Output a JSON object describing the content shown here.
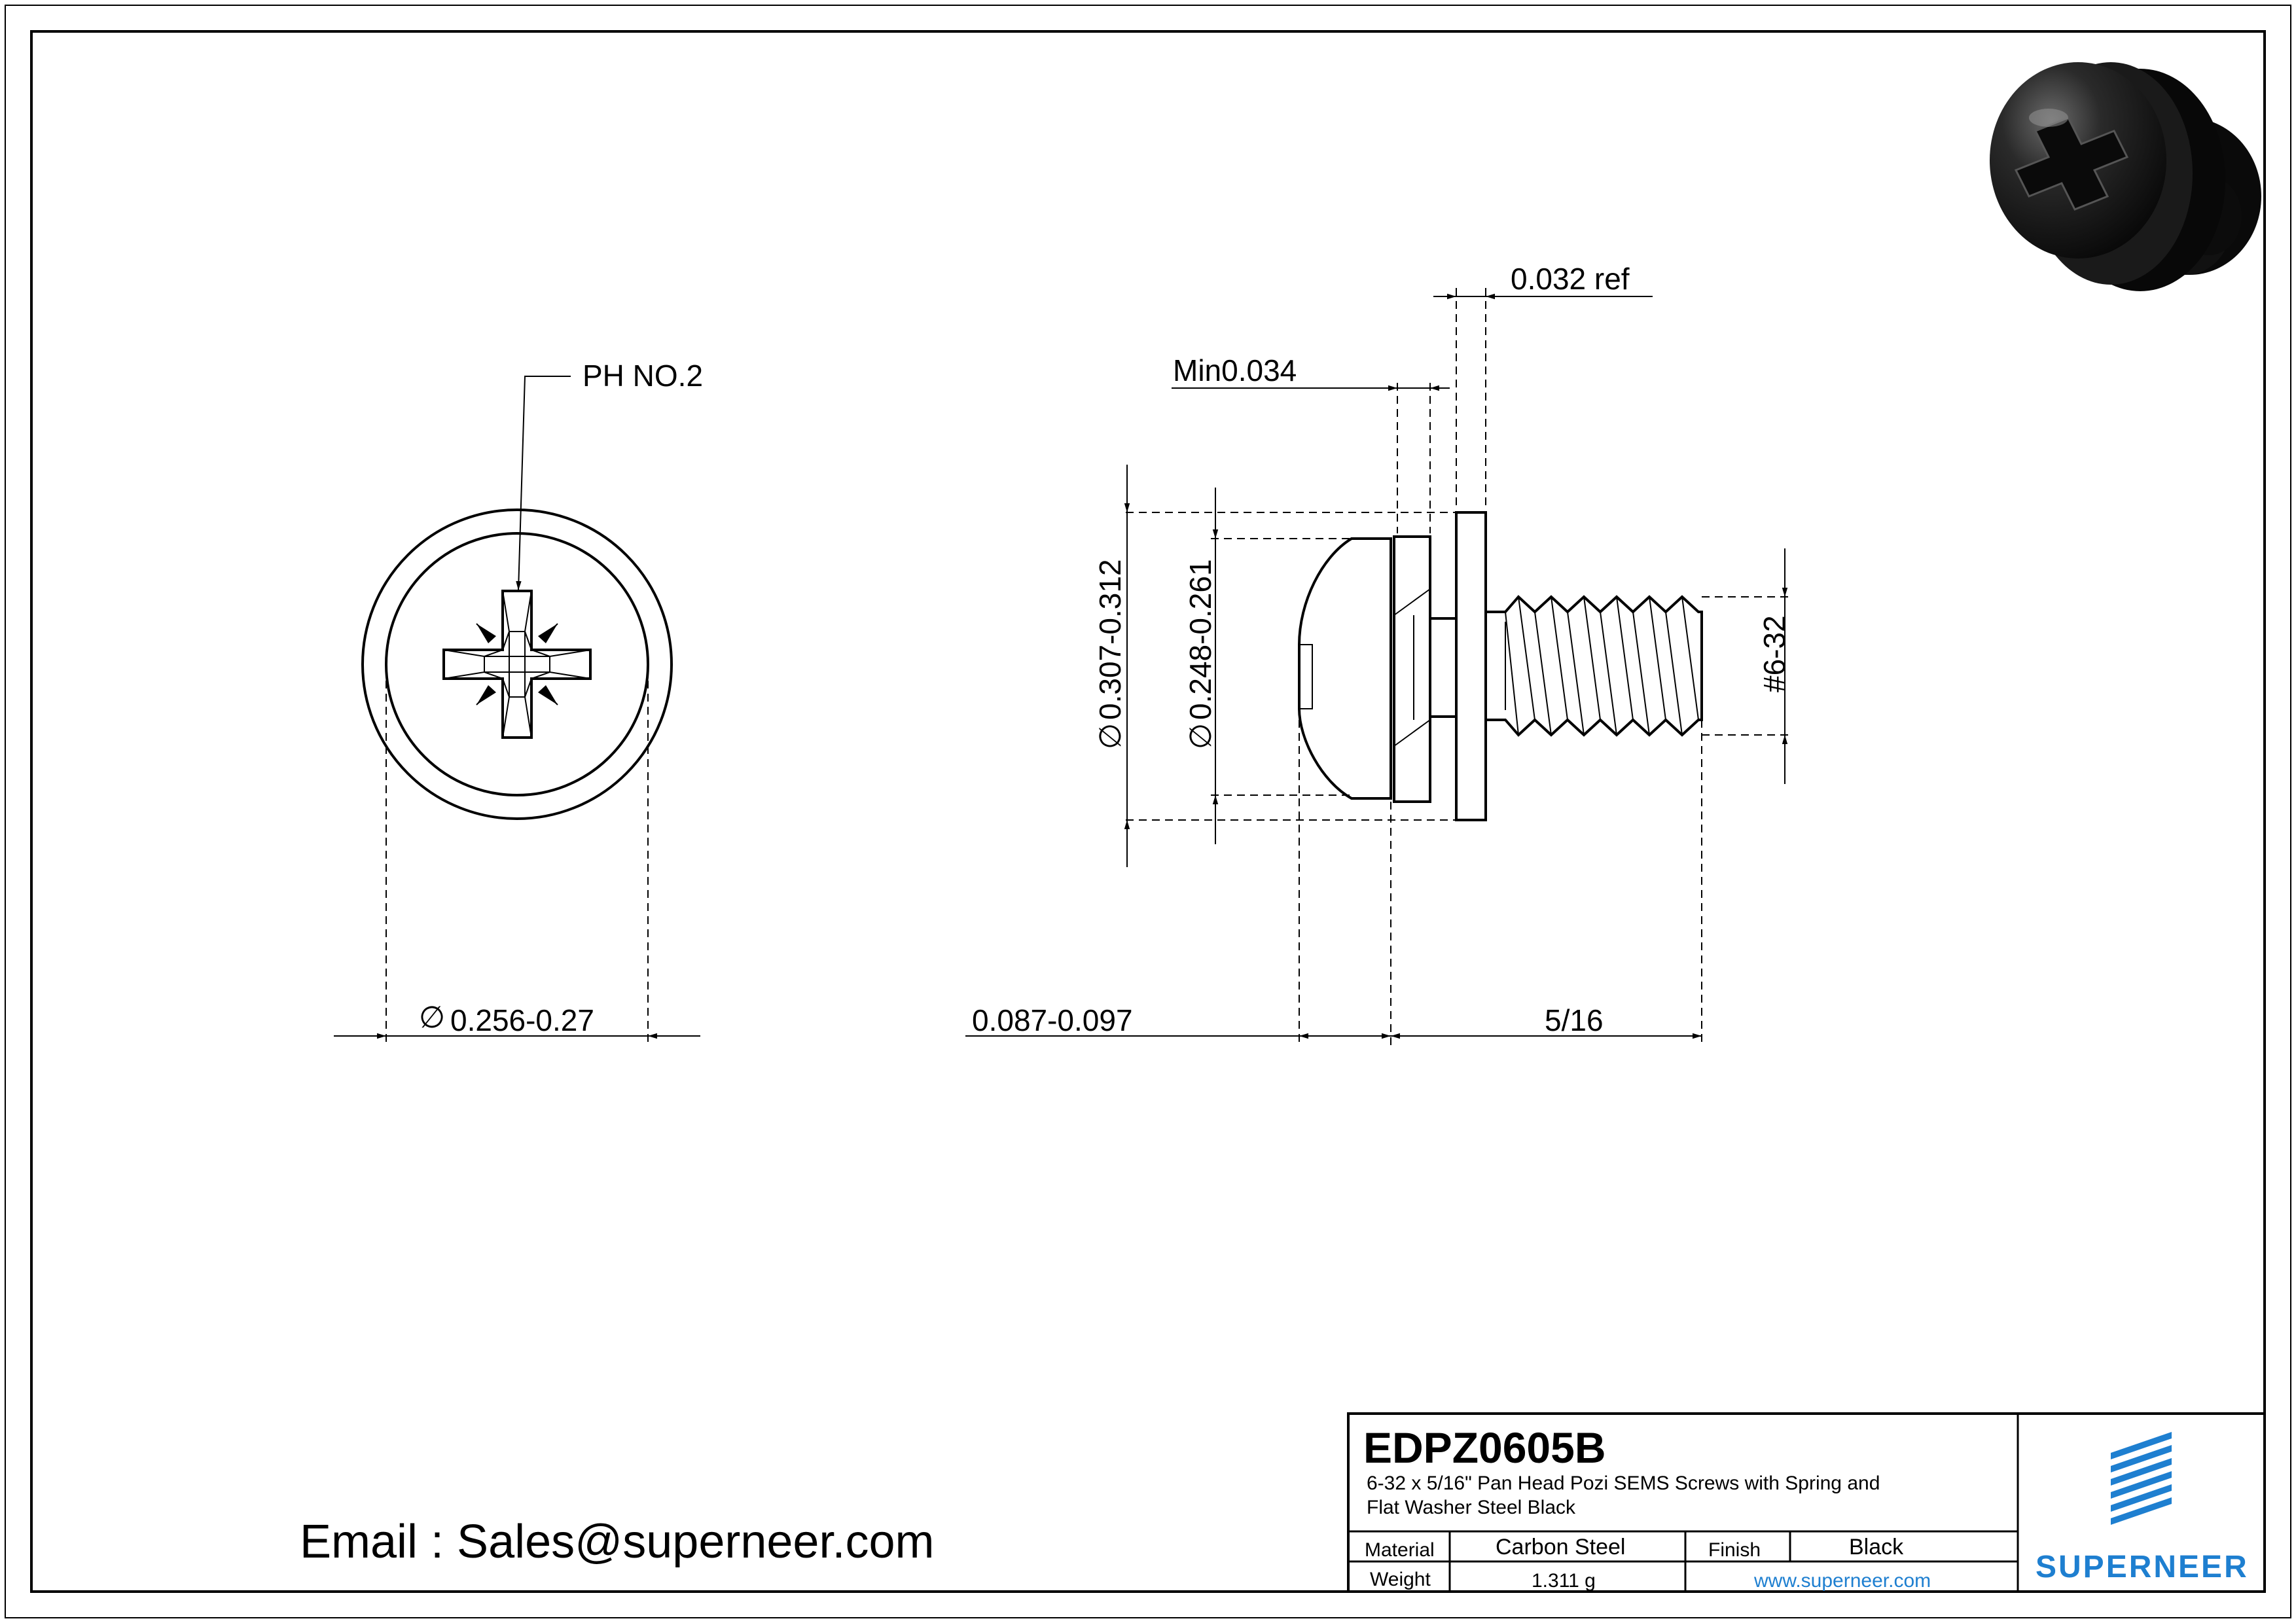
{
  "callouts": {
    "recess": "PH NO.2",
    "washer_thickness": "0.032 ref",
    "spring_washer": "Min0.034",
    "outer_diameter": "0.307-0.312",
    "head_diameter_side": "0.248-0.261",
    "thread": "#6-32",
    "head_diameter": "0.256-0.27",
    "head_height": "0.087-0.097",
    "length": "5/16",
    "diameter_symbol": "∅"
  },
  "contact": {
    "email_line": "Email : Sales@superneer.com"
  },
  "title_block": {
    "part_number": "EDPZ0605B",
    "description_line1": "6-32 x 5/16\" Pan Head Pozi SEMS Screws with Spring and",
    "description_line2": "Flat Washer Steel Black",
    "material_label": "Material",
    "material_value": "Carbon Steel",
    "finish_label": "Finish",
    "finish_value": "Black",
    "weight_label": "Weight",
    "weight_value": "1.311 g",
    "website": "www.superneer.com",
    "brand": "SUPERNEER"
  },
  "colors": {
    "brand_blue": "#1e7fd0",
    "line": "#000000"
  },
  "icons": {
    "logo": "superneer-stripes-logo",
    "render": "screw-3d-render"
  }
}
